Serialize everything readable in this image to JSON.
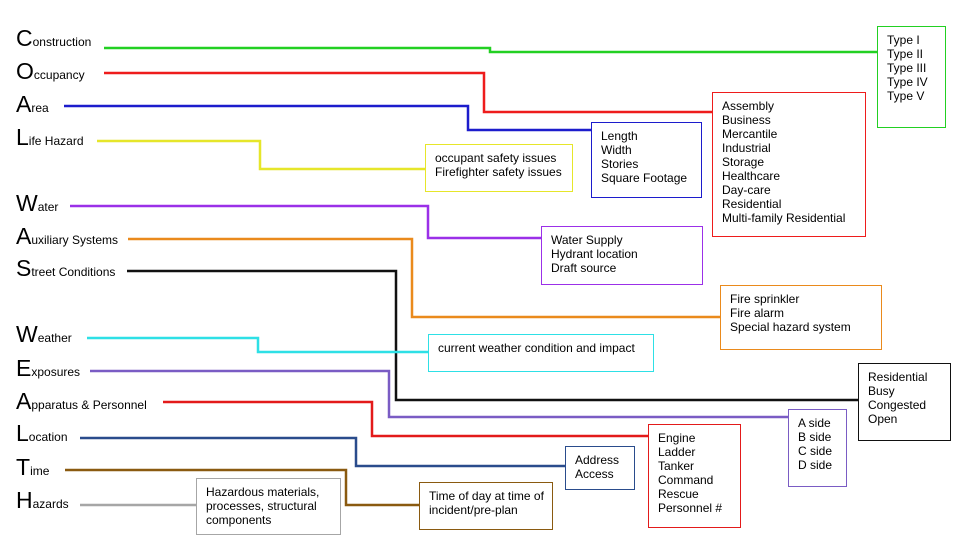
{
  "terms": [
    {
      "id": "construction",
      "initial": "C",
      "rest": "onstruction",
      "color": "#22d022"
    },
    {
      "id": "occupancy",
      "initial": "O",
      "rest": "ccupancy",
      "color": "#ee1c1c"
    },
    {
      "id": "area",
      "initial": "A",
      "rest": "rea",
      "color": "#1c1ccc"
    },
    {
      "id": "life-hazard",
      "initial": "L",
      "rest": "ife Hazard",
      "color": "#e6e62a"
    },
    {
      "id": "water",
      "initial": "W",
      "rest": "ater",
      "color": "#9b30e8"
    },
    {
      "id": "auxiliary-systems",
      "initial": "A",
      "rest": "uxiliary Systems",
      "color": "#ea8a1c"
    },
    {
      "id": "street-conditions",
      "initial": "S",
      "rest": "treet Conditions",
      "color": "#111111"
    },
    {
      "id": "weather",
      "initial": "W",
      "rest": "eather",
      "color": "#2ee0e6"
    },
    {
      "id": "exposures",
      "initial": "E",
      "rest": "xposures",
      "color": "#7a5cc4"
    },
    {
      "id": "apparatus-personnel",
      "initial": "A",
      "rest": "pparatus & Personnel",
      "color": "#e31a1a"
    },
    {
      "id": "location",
      "initial": "L",
      "rest": "ocation",
      "color": "#2a4c8c"
    },
    {
      "id": "time",
      "initial": "T",
      "rest": "ime",
      "color": "#8a5a10"
    },
    {
      "id": "hazards",
      "initial": "H",
      "rest": "azards",
      "color": "#a6a6a6"
    }
  ],
  "boxes": {
    "construction_types": [
      "Type I",
      "Type II",
      "Type III",
      "Type IV",
      "Type V"
    ],
    "occupancy_types": [
      "Assembly",
      "Business",
      "Mercantile",
      "Industrial",
      "Storage",
      "Healthcare",
      "Day-care",
      "Residential",
      "Multi-family Residential"
    ],
    "area_dimensions": [
      "Length",
      "Width",
      "Stories",
      "Square Footage"
    ],
    "life_hazard_issues": [
      "occupant safety issues",
      "Firefighter safety issues"
    ],
    "water_items": [
      "Water Supply",
      "Hydrant location",
      "Draft source"
    ],
    "auxiliary_items": [
      "Fire sprinkler",
      "Fire alarm",
      "Special hazard system"
    ],
    "street_conditions_items": [
      "Residential",
      "Busy",
      "Congested",
      "Open"
    ],
    "weather_items": [
      "current weather condition and impact"
    ],
    "exposure_sides": [
      "A side",
      "B side",
      "C side",
      "D side"
    ],
    "apparatus_items": [
      "Engine",
      "Ladder",
      "Tanker",
      "Command",
      "Rescue",
      "Personnel  #"
    ],
    "location_items": [
      "Address",
      "Access"
    ],
    "time_items": [
      "Time of day at time of",
      "incident/pre-plan"
    ],
    "hazard_items": [
      "Hazardous materials,",
      "processes, structural",
      "components"
    ]
  }
}
